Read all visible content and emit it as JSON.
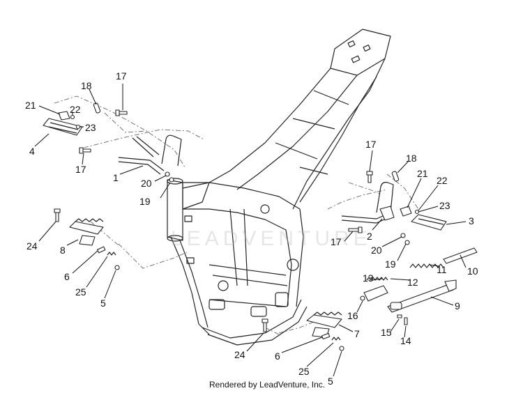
{
  "watermark": "LEADVENTURE",
  "footer": "Rendered by LeadVenture, Inc.",
  "callouts": [
    {
      "label": "17"
    },
    {
      "label": "18"
    },
    {
      "label": "21"
    },
    {
      "label": "22"
    },
    {
      "label": "23"
    },
    {
      "label": "4"
    },
    {
      "label": "17"
    },
    {
      "label": "1"
    },
    {
      "label": "20"
    },
    {
      "label": "19"
    },
    {
      "label": "24"
    },
    {
      "label": "8"
    },
    {
      "label": "6"
    },
    {
      "label": "25"
    },
    {
      "label": "5"
    },
    {
      "label": "17"
    },
    {
      "label": "18"
    },
    {
      "label": "21"
    },
    {
      "label": "22"
    },
    {
      "label": "23"
    },
    {
      "label": "3"
    },
    {
      "label": "2"
    },
    {
      "label": "17"
    },
    {
      "label": "20"
    },
    {
      "label": "19"
    },
    {
      "label": "11"
    },
    {
      "label": "10"
    },
    {
      "label": "13"
    },
    {
      "label": "12"
    },
    {
      "label": "9"
    },
    {
      "label": "16"
    },
    {
      "label": "7"
    },
    {
      "label": "15"
    },
    {
      "label": "14"
    },
    {
      "label": "24"
    },
    {
      "label": "6"
    },
    {
      "label": "25"
    },
    {
      "label": "5"
    }
  ]
}
